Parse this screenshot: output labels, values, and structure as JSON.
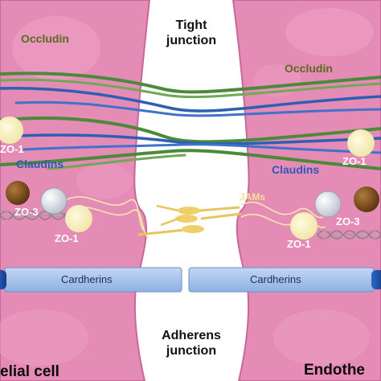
{
  "labels": {
    "tight_junction": [
      "Tight",
      "junction"
    ],
    "adherens_junction": [
      "Adherens",
      "junction"
    ],
    "occludin_left": "Occludin",
    "occludin_right": "Occludin",
    "claudins_left": "Claudins",
    "claudins_right": "Claudins",
    "zo1_left_top": "ZO-1",
    "zo1_right_top": "ZO-1",
    "zo3_left": "ZO-3",
    "zo3_right": "ZO-3",
    "zo1_left_bottom": "ZO-1",
    "zo1_right_bottom": "ZO-1",
    "jams": "JAMs",
    "cadherins_left": "Cardherins",
    "cadherins_right": "Cardherins",
    "cell_left": "elial cell",
    "cell_right": "Endothe"
  },
  "colors": {
    "cell_fill": "#e58cb6",
    "cell_inner": "#eea2c6",
    "cell_edge": "#c7689a",
    "occludin_strand": "#4a8a3a",
    "claudin_strand": "#2d5fb3",
    "zo1_fill": "#f7efb8",
    "zo3_fill": "#e8ecf4",
    "brown_protein": "#7a4a1c",
    "cadherin_bar": "#a9c4ec",
    "jam_gold": "#f0cf6a"
  }
}
